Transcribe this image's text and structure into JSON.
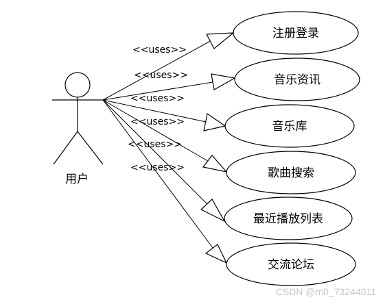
{
  "actor": {
    "label": "用户"
  },
  "stereotype": "<<uses>>",
  "use_cases": [
    {
      "label": "注册登录"
    },
    {
      "label": "音乐资讯"
    },
    {
      "label": "音乐库"
    },
    {
      "label": "歌曲搜索"
    },
    {
      "label": "最近播放列表"
    },
    {
      "label": "交流论坛"
    }
  ],
  "watermark": "CSDN @m0_73244011"
}
